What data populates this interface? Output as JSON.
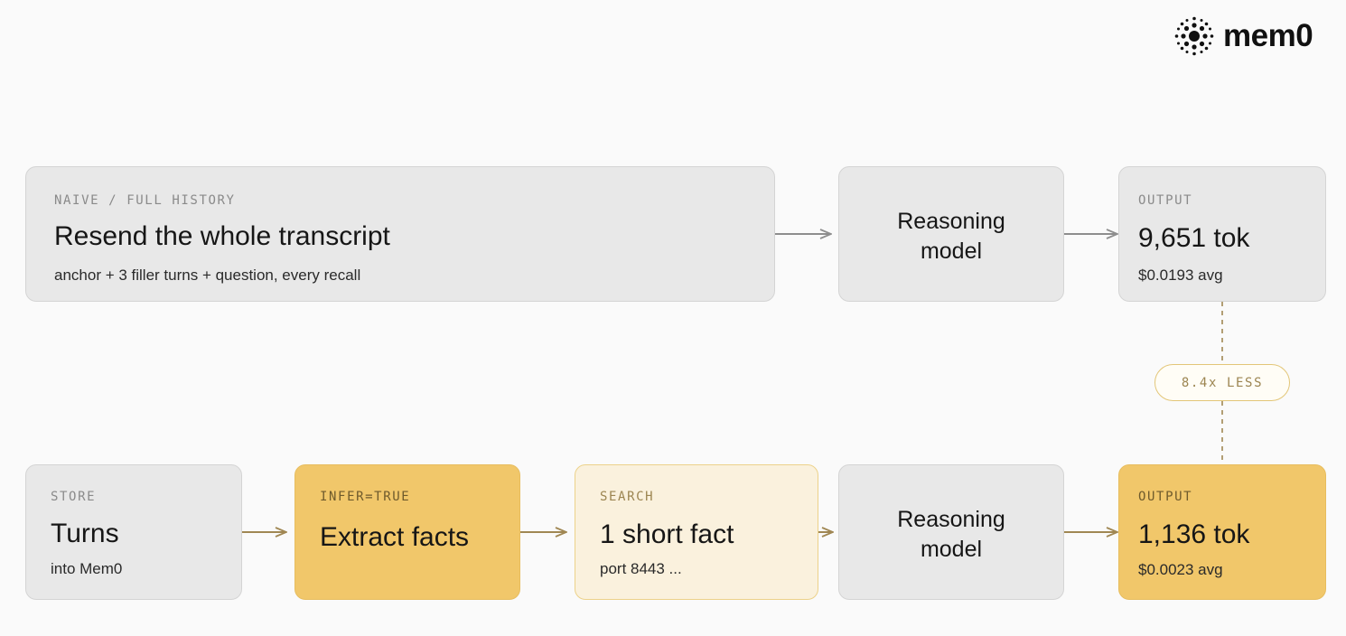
{
  "brand": {
    "name": "mem0"
  },
  "top_row": {
    "naive": {
      "label": "NAIVE / FULL HISTORY",
      "title": "Resend the whole transcript",
      "subtitle": "anchor + 3 filler turns + question, every recall"
    },
    "model": {
      "title_line1": "Reasoning",
      "title_line2": "model"
    },
    "output": {
      "label": "OUTPUT",
      "value": "9,651 tok",
      "cost": "$0.0193 avg"
    }
  },
  "comparison": {
    "label": "8.4x LESS"
  },
  "bottom_row": {
    "store": {
      "label": "STORE",
      "title": "Turns",
      "subtitle": "into Mem0"
    },
    "infer": {
      "label": "INFER=TRUE",
      "title": "Extract facts"
    },
    "search": {
      "label": "SEARCH",
      "title": "1 short fact",
      "subtitle": "port 8443 ..."
    },
    "model": {
      "title_line1": "Reasoning",
      "title_line2": "model"
    },
    "output": {
      "label": "OUTPUT",
      "value": "1,136 tok",
      "cost": "$0.0023 avg"
    }
  },
  "colors": {
    "gold": "#f1c76a",
    "cream": "#faf1dd",
    "gray_box": "#e8e8e8",
    "gray_arrow": "#8e8e8e",
    "gold_arrow": "#a08753"
  }
}
